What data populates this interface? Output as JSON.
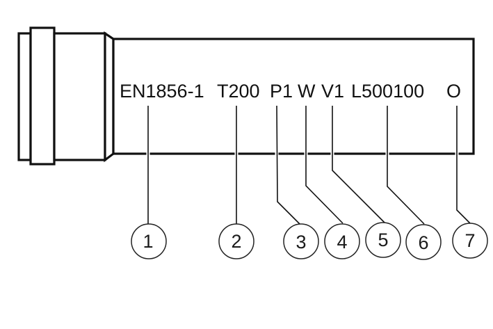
{
  "diagram": {
    "title": "Pipe marking designation",
    "marking_segments": [
      {
        "id": 1,
        "text": "EN1856-1"
      },
      {
        "id": 2,
        "text": "T200"
      },
      {
        "id": 3,
        "text": "P1"
      },
      {
        "id": 4,
        "text": "W"
      },
      {
        "id": 5,
        "text": "V1"
      },
      {
        "id": 6,
        "text": "L500100"
      },
      {
        "id": 7,
        "text": "O"
      }
    ],
    "callouts": [
      "1",
      "2",
      "3",
      "4",
      "5",
      "6",
      "7"
    ],
    "colors": {
      "line": "#111111",
      "background": "#ffffff"
    }
  }
}
